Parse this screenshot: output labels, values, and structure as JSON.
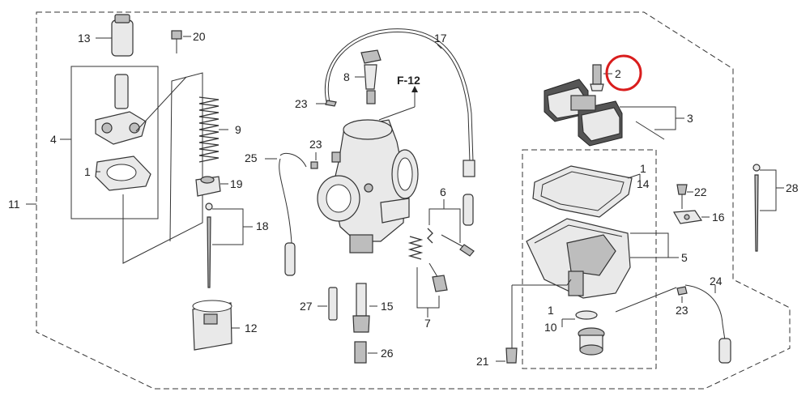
{
  "figure_ref": "F-12",
  "highlight": {
    "label": "2",
    "color": "#d91d1d"
  },
  "callouts": [
    "13",
    "20",
    "8",
    "17",
    "23",
    "4",
    "1",
    "9",
    "25",
    "23",
    "19",
    "11",
    "18",
    "6",
    "27",
    "15",
    "12",
    "26",
    "7",
    "2",
    "3",
    "1",
    "14",
    "22",
    "16",
    "5",
    "28",
    "24",
    "1",
    "23",
    "10",
    "21"
  ],
  "icons": [
    "carburetor-body-icon",
    "float-bowl-icon",
    "float-icon",
    "jet-needle-icon",
    "spring-icon",
    "throttle-valve-icon",
    "vent-tube-icon",
    "screw-icon"
  ]
}
